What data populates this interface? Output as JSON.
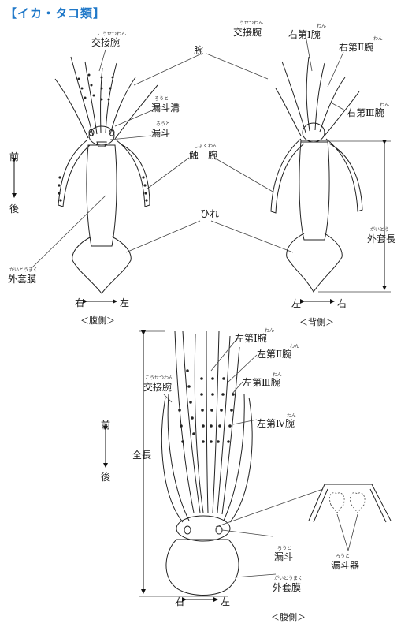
{
  "title": "【イカ・タコ類】",
  "labels": {
    "arms": "腕",
    "hectocotylus": "交接腕",
    "hectocotylus_ruby": "こうせつわん",
    "funnel_groove": "漏斗溝",
    "funnel_groove_ruby": "ろうと",
    "funnel": "漏斗",
    "funnel_ruby": "ろうと",
    "tentacle": "触　腕",
    "tentacle_ruby": "しょくわん",
    "fin": "ひれ",
    "mantle": "外套膜",
    "mantle_ruby": "がいとうまく",
    "front": "前",
    "back": "後",
    "right_arm1": "右第Ⅰ腕",
    "right_arm2": "右第Ⅱ腕",
    "right_arm3": "右第Ⅲ腕",
    "arm_ruby": "わん",
    "mantle_length": "外套長",
    "mantle_length_ruby": "がいとう",
    "left_arm1": "左第Ⅰ腕",
    "left_arm2": "左第Ⅱ腕",
    "left_arm3": "左第Ⅲ腕",
    "left_arm4": "左第Ⅳ腕",
    "total_length": "全長",
    "funnel_organ": "漏斗器",
    "right": "右",
    "left": "左"
  },
  "captions": {
    "ventral": "＜腹側＞",
    "dorsal": "＜背側＞"
  }
}
